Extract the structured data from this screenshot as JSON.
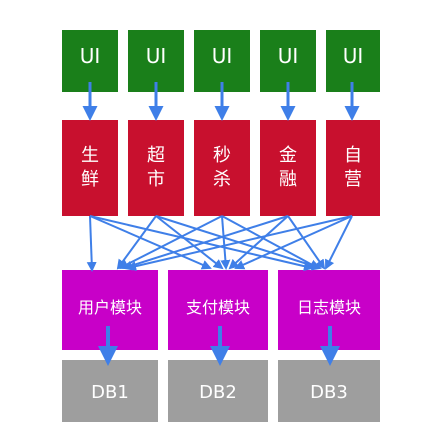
{
  "ui_layer": [
    "UI",
    "UI",
    "UI",
    "UI",
    "UI"
  ],
  "business_layer": [
    {
      "line1": "生",
      "line2": "鲜"
    },
    {
      "line1": "超",
      "line2": "市"
    },
    {
      "line1": "秒",
      "line2": "杀"
    },
    {
      "line1": "金",
      "line2": "融"
    },
    {
      "line1": "自",
      "line2": "营"
    }
  ],
  "module_layer": [
    "用户模块",
    "支付模块",
    "日志模块"
  ],
  "db_layer": [
    "DB1",
    "DB2",
    "DB3"
  ],
  "colors": {
    "ui": "#1a7f1a",
    "business": "#c8102e",
    "module": "#c800c8",
    "db": "#9e9e9e",
    "arrow": "#3f7fe8"
  }
}
